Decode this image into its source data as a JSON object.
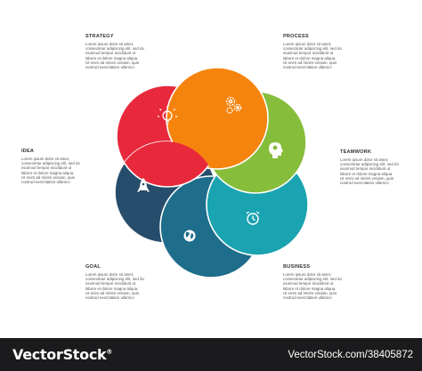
{
  "labels": {
    "strategy": {
      "title": "STRATEGY",
      "lines": [
        "Lorem ipsum dolor sit amet,",
        "consectetur adipiscing elit, sed do",
        "eiusmod tempor incididunt ut",
        "labore et dolore magna aliqua.",
        "Ut enim ad minim veniam, quis",
        "nostrud exercitation ullamco"
      ]
    },
    "process": {
      "title": "PROCESS",
      "lines": [
        "Lorem ipsum dolor sit amet,",
        "consectetur adipiscing elit, sed do",
        "eiusmod tempor incididunt ut",
        "labore et dolore magna aliqua.",
        "Ut enim ad minim veniam, quis",
        "nostrud exercitation ullamco"
      ]
    },
    "idea": {
      "title": "IDEA",
      "lines": [
        "Lorem ipsum dolor sit amet,",
        "consectetur adipiscing elit, sed do",
        "eiusmod tempor incididunt ut",
        "labore et dolore magna aliqua.",
        "Ut enim ad minim veniam, quis",
        "nostrud exercitation ullamco"
      ]
    },
    "teamwork": {
      "title": "TEAMWORK",
      "lines": [
        "Lorem ipsum dolor sit amet,",
        "consectetur adipiscing elit, sed do",
        "eiusmod tempor incididunt ut",
        "labore et dolore magna aliqua.",
        "Ut enim ad minim veniam, quis",
        "nostrud exercitation ullamco"
      ]
    },
    "goal": {
      "title": "GOAL",
      "lines": [
        "Lorem ipsum dolor sit amet,",
        "consectetur adipiscing elit, sed do",
        "eiusmod tempor incididunt ut",
        "labore et dolore magna aliqua.",
        "Ut enim ad minim veniam, quis",
        "nostrud exercitation ullamco"
      ]
    },
    "business": {
      "title": "BUSINESS",
      "lines": [
        "Lorem ipsum dolor sit amet,",
        "consectetur adipiscing elit, sed do",
        "eiusmod tempor incididunt ut",
        "labore et dolore magna aliqua.",
        "Ut enim ad minim veniam, quis",
        "nostrud exercitation ullamco"
      ]
    }
  },
  "petals": [
    {
      "key": "strategy",
      "color": "#e8293c",
      "icon": "lightbulb-icon"
    },
    {
      "key": "process",
      "color": "#f5840f",
      "icon": "gears-icon"
    },
    {
      "key": "teamwork",
      "color": "#86bd3b",
      "icon": "head-gear-icon"
    },
    {
      "key": "business",
      "color": "#1aa3b0",
      "icon": "alarm-clock-icon"
    },
    {
      "key": "goal",
      "color": "#1e6d8a",
      "icon": "globe-icon"
    },
    {
      "key": "idea",
      "color": "#264d6b",
      "icon": "rocket-icon"
    }
  ],
  "footer": {
    "brand": "VectorStock",
    "trademark": "®",
    "url": "VectorStock.com/38405872"
  }
}
